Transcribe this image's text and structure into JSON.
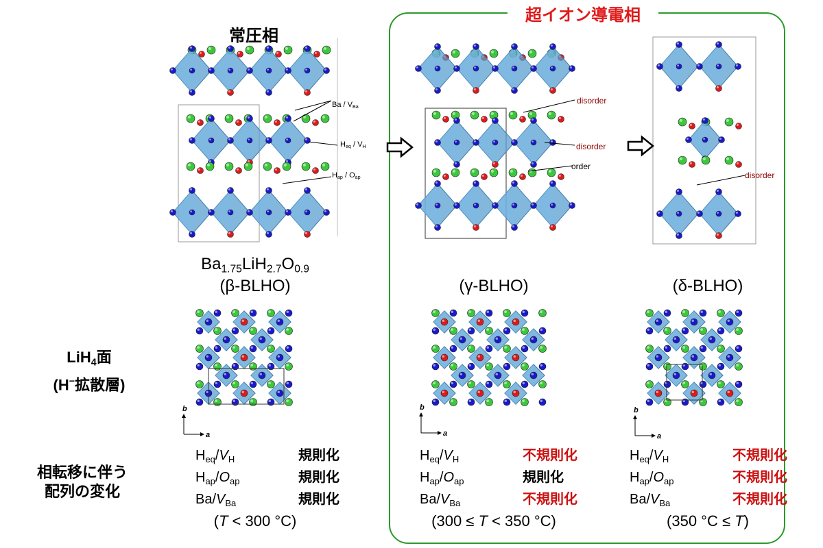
{
  "super_ionic_box": {
    "title": "超イオン導電相",
    "border_color": "#2a9a2a",
    "title_color": "#e01a1a"
  },
  "phases": [
    {
      "id": "beta",
      "header": "常圧相",
      "formula": {
        "base": "Ba",
        "ba_sub": "1.75",
        "li": "LiH",
        "h_sub": "2.7",
        "o": "O",
        "o_sub": "0.9"
      },
      "name": "(β-BLHO)",
      "annotations": [
        "Ba / V",
        "H",
        "/ V",
        "H",
        "/ O"
      ],
      "annotation_subs": [
        "Ba",
        "eq",
        "H",
        "ap",
        "ap"
      ],
      "order": [
        {
          "species": "H",
          "species_sub": "eq",
          "vac": "V",
          "vac_sub": "H",
          "state": "規則化",
          "disordered": false
        },
        {
          "species": "H",
          "species_sub": "ap",
          "vac": "O",
          "vac_sub": "ap",
          "state": "規則化",
          "disordered": false
        },
        {
          "species": "Ba",
          "species_sub": "",
          "vac": "V",
          "vac_sub": "Ba",
          "state": "規則化",
          "disordered": false
        }
      ],
      "temp": {
        "pre": "(",
        "var": "T",
        "post": " < 300 °C)"
      }
    },
    {
      "id": "gamma",
      "header": "",
      "name": "(γ-BLHO)",
      "annotations": [
        "disorder",
        "disorder",
        "order"
      ],
      "order": [
        {
          "species": "H",
          "species_sub": "eq",
          "vac": "V",
          "vac_sub": "H",
          "state": "不規則化",
          "disordered": true
        },
        {
          "species": "H",
          "species_sub": "ap",
          "vac": "O",
          "vac_sub": "ap",
          "state": "規則化",
          "disordered": false
        },
        {
          "species": "Ba",
          "species_sub": "",
          "vac": "V",
          "vac_sub": "Ba",
          "state": "不規則化",
          "disordered": true
        }
      ],
      "temp": {
        "pre": "(300 ≤ ",
        "var": "T",
        "post": " < 350 °C)"
      }
    },
    {
      "id": "delta",
      "header": "",
      "name": "(δ-BLHO)",
      "annotations": [
        "disorder"
      ],
      "order": [
        {
          "species": "H",
          "species_sub": "eq",
          "vac": "V",
          "vac_sub": "H",
          "state": "不規則化",
          "disordered": true
        },
        {
          "species": "H",
          "species_sub": "ap",
          "vac": "O",
          "vac_sub": "ap",
          "state": "不規則化",
          "disordered": true
        },
        {
          "species": "Ba",
          "species_sub": "",
          "vac": "V",
          "vac_sub": "Ba",
          "state": "不規則化",
          "disordered": true
        }
      ],
      "temp": {
        "pre": "(350 °C ≤ ",
        "var": "T",
        "post": ")"
      }
    }
  ],
  "row_labels": {
    "plane": {
      "line1_a": "LiH",
      "line1_sub": "4",
      "line1_b": "面",
      "line2_a": "(H",
      "line2_sup": "−",
      "line2_b": "拡散層)"
    },
    "order": {
      "line1": "相転移に伴う",
      "line2": "配列の変化"
    }
  },
  "axes": {
    "a": "a",
    "b": "b"
  },
  "colors": {
    "octahedron": "#5b9fd0",
    "ba_atom": "#3cc83c",
    "h_atom": "#1a1acc",
    "o_atom": "#e01a1a",
    "disorder_text": "#8b0000"
  }
}
